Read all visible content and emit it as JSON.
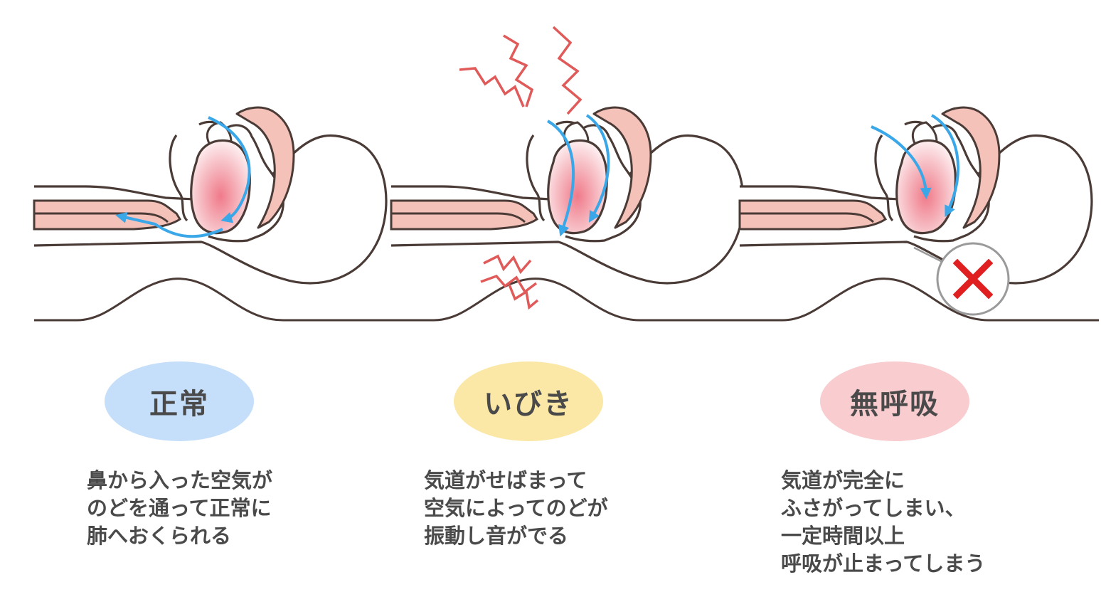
{
  "colors": {
    "outline": "#4a3b36",
    "tissue": "#f5c2ba",
    "airflow": "#3aa7e8",
    "vibration": "#e05a5a",
    "cross": "#e02020",
    "normal_badge": "#c5def9",
    "snore_badge": "#fbe8a6",
    "apnea_badge": "#f9cdd0"
  },
  "panels": [
    {
      "id": "normal",
      "title": "正常",
      "lines": [
        "鼻から入った空気が",
        "のどを通って正常に",
        "肺へおくられる"
      ]
    },
    {
      "id": "snoring",
      "title": "いびき",
      "lines": [
        "気道がせばまって",
        "空気によってのどが",
        "振動し音がでる"
      ]
    },
    {
      "id": "apnea",
      "title": "無呼吸",
      "lines": [
        "気道が完全に",
        "ふさがってしまい、",
        "一定時間以上",
        "呼吸が止まってしまう"
      ]
    }
  ]
}
